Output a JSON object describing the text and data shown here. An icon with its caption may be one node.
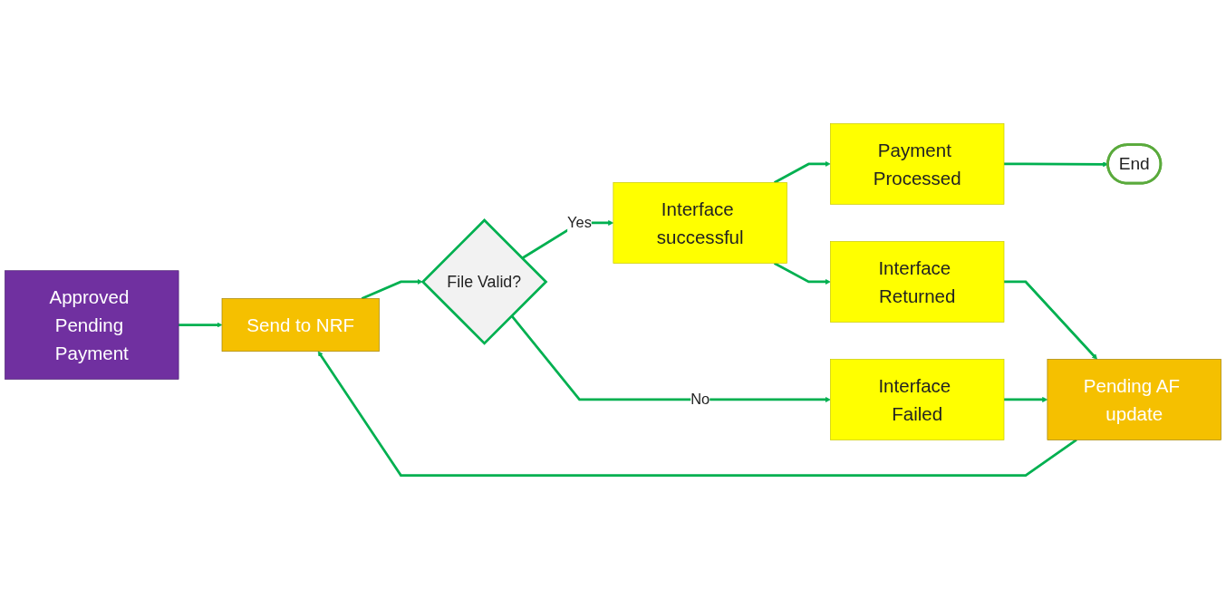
{
  "diagram": {
    "nodes": [
      {
        "text": [
          "Approved Pending Payment"
        ]
      },
      {
        "text": [
          "Send to NRF"
        ]
      },
      {
        "text": [
          "File Valid?"
        ]
      },
      {
        "text": [
          "Interface successful"
        ]
      },
      {
        "text": [
          "Payment Processed"
        ]
      },
      {
        "text": [
          "Pending AF update"
        ]
      },
      {
        "text": [
          "Interface Failed"
        ]
      },
      {
        "text": [
          "Interface Returned"
        ]
      },
      {
        "text": [
          "End"
        ]
      }
    ],
    "edges": [
      {
        "from": 0,
        "to": 1,
        "arrow": "to"
      },
      {
        "from": 1,
        "to": 2,
        "arrow": "to"
      },
      {
        "from": 2,
        "to": 3,
        "arrow": "to",
        "label": "Yes"
      },
      {
        "from": 3,
        "to": 4,
        "arrow": "to"
      },
      {
        "from": 2,
        "to": 6,
        "arrow": "to",
        "label": "No"
      },
      {
        "from": 6,
        "to": 5,
        "arrow": "to"
      },
      {
        "from": 5,
        "to": 1,
        "arrow": "to"
      },
      {
        "from": 3,
        "to": 7,
        "arrow": "to"
      },
      {
        "from": 7,
        "to": 5,
        "arrow": "to"
      },
      {
        "from": 4,
        "to": 8,
        "arrow": "to"
      }
    ]
  }
}
